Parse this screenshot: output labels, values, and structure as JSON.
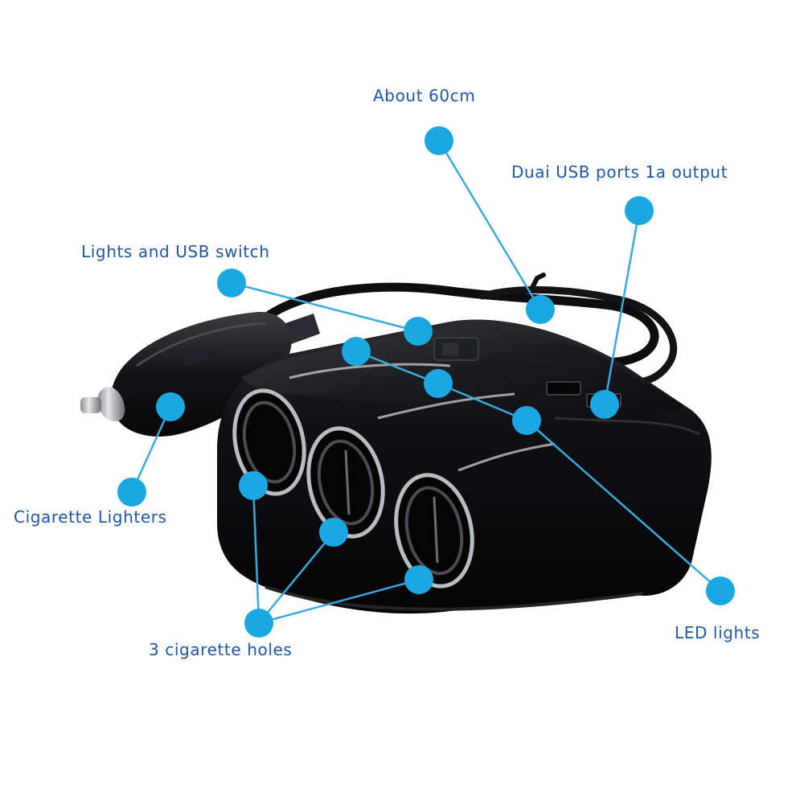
{
  "colors": {
    "accent": "#1ba7e2",
    "label_text": "#1f57a8",
    "leader_line": "#3aa9df",
    "product_body": "#0c0c0e",
    "socket_ring": "#b9bcc2"
  },
  "labels": {
    "cable_length": "About 60cm",
    "usb_ports": "Duai USB ports 1a output",
    "switch": "Lights and USB switch",
    "cigarette_lighters": "Cigarette Lighters",
    "cigarette_holes": "3 cigarette holes",
    "led_lights": "LED lights"
  },
  "product": {
    "name": "car-socket-splitter",
    "socket_count": 3
  }
}
